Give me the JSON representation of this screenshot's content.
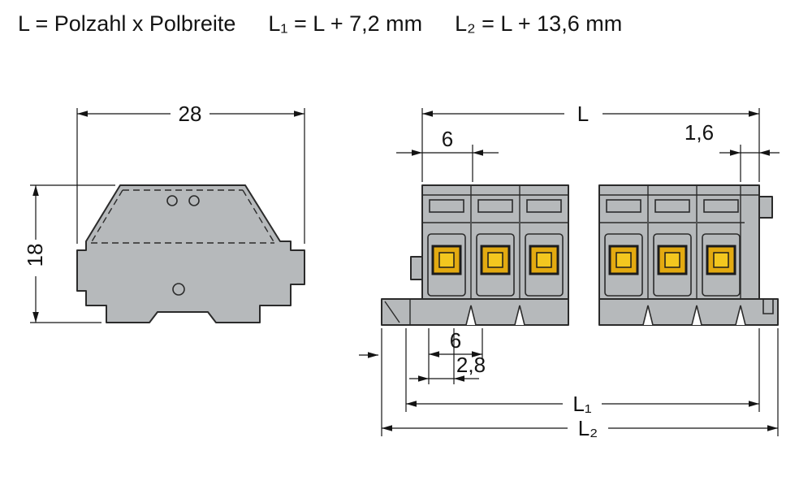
{
  "formulas": {
    "length": "L = Polzahl x Polbreite",
    "l1": "L₁ = L + 7,2 mm",
    "l2": "L₂ = L + 13,6 mm"
  },
  "side_view": {
    "width_mm": "28",
    "height_mm": "18"
  },
  "front_view": {
    "total_length": "L",
    "pole_pitch_mm": "6",
    "end_plate_mm": "1,6",
    "foot_pitch_mm": "6",
    "foot_width_mm": "2,8",
    "l1": "L₁",
    "l2": "L₂"
  },
  "colors": {
    "background": "#ffffff",
    "body_gray": "#b6b9bb",
    "terminal_yellow": "#e3aa10",
    "terminal_yellow_light": "#f3c71f",
    "line_dark": "#2b2b2b"
  }
}
